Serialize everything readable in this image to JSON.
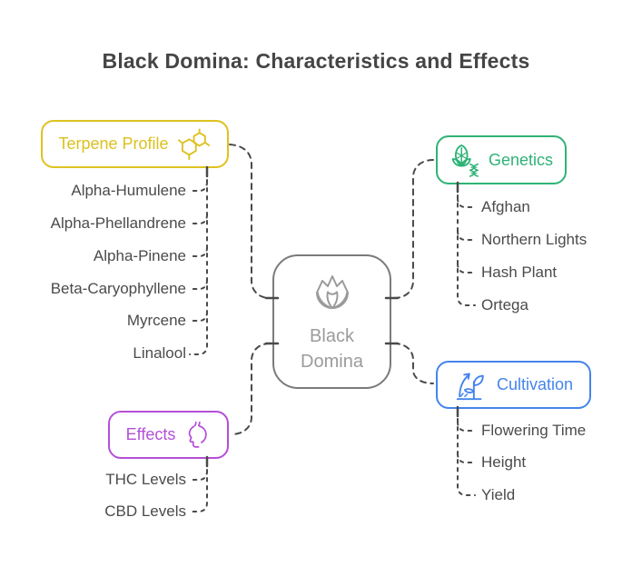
{
  "title": "Black Domina: Characteristics and Effects",
  "center": {
    "label": "Black Domina",
    "icon": "cannabis-bud-icon"
  },
  "categories": {
    "terpene": {
      "label": "Terpene Profile",
      "icon": "molecule-icon",
      "color": "#dfc120",
      "children": [
        "Alpha-Humulene",
        "Alpha-Phellandrene",
        "Alpha-Pinene",
        "Beta-Caryophyllene",
        "Myrcene",
        "Linalool"
      ]
    },
    "genetics": {
      "label": "Genetics",
      "icon": "plant-dna-icon",
      "color": "#2fb377",
      "children": [
        "Afghan",
        "Northern Lights",
        "Hash Plant",
        "Ortega"
      ]
    },
    "effects": {
      "label": "Effects",
      "icon": "mind-head-icon",
      "color": "#b44fd8",
      "children": [
        "THC Levels",
        "CBD Levels"
      ]
    },
    "cultivation": {
      "label": "Cultivation",
      "icon": "sprout-growth-icon",
      "color": "#4484ec",
      "children": [
        "Flowering Time",
        "Height",
        "Yield"
      ]
    }
  },
  "connector_color": "#4a4a4a",
  "node_border_color": "#7b7b7b"
}
